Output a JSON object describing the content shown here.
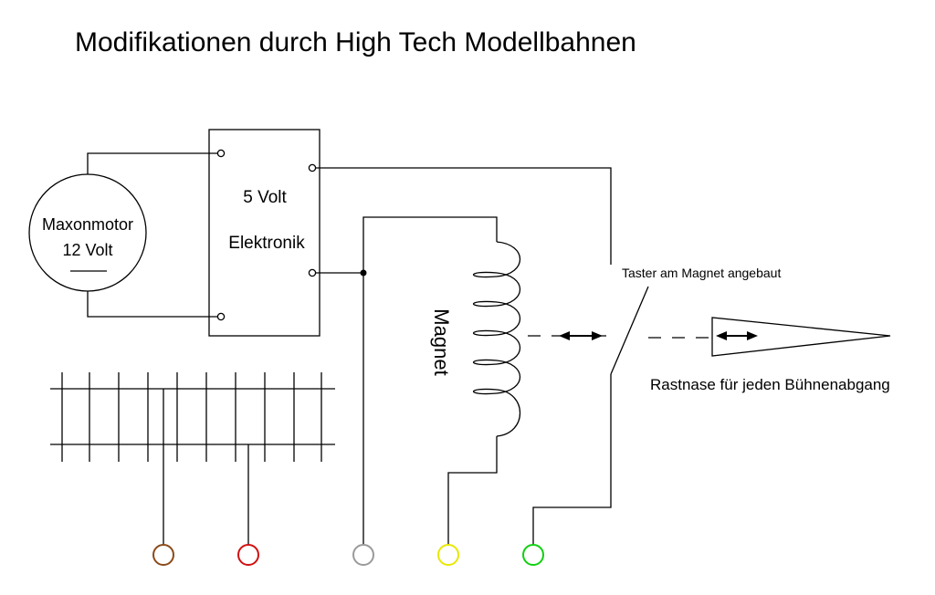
{
  "title": "Modifikationen durch High Tech Modellbahnen",
  "motor": {
    "line1": "Maxonmotor",
    "line2": "12 Volt"
  },
  "electronics": {
    "line1": "5  Volt",
    "line2": "Elektronik"
  },
  "magnet_label": "Magnet",
  "switch_label": "Taster am Magnet angebaut",
  "detent_label": "Rastnase für jeden Bühnenabgang",
  "connector_colors": {
    "brown": "#8b4a1a",
    "red": "#d01010",
    "gray": "#9a9a9a",
    "yellow": "#e8e800",
    "green": "#10d010"
  }
}
